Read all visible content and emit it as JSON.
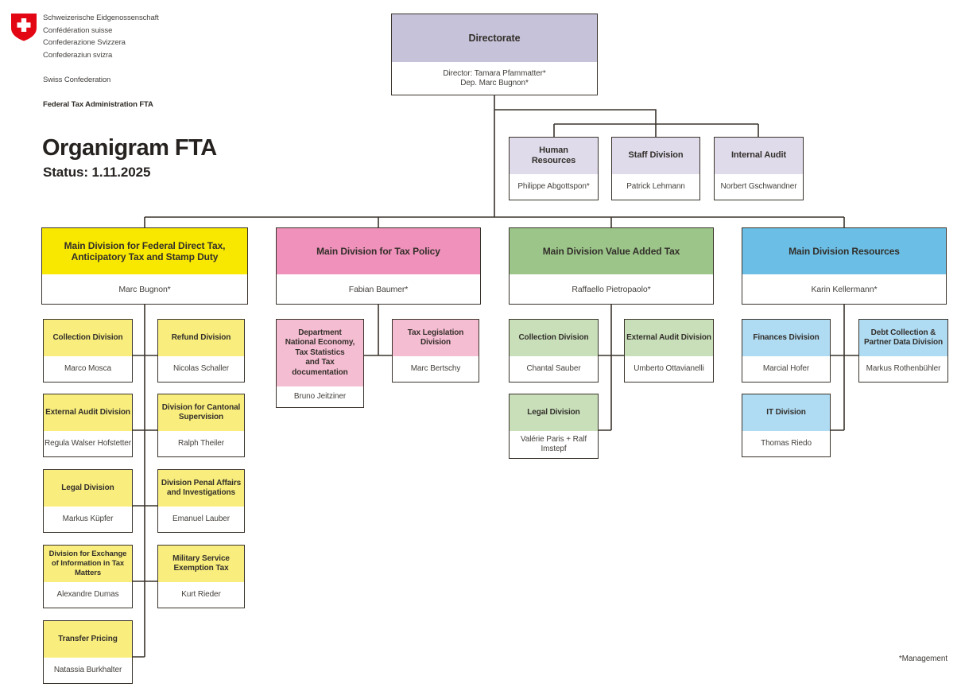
{
  "header": {
    "coat_of_arms_lines": [
      "Schweizerische Eidgenossenschaft",
      "Confédération suisse",
      "Confederazione Svizzera",
      "Confederaziun svizra"
    ],
    "english_name": "Swiss Confederation",
    "office_name": "Federal Tax Administration FTA",
    "title": "Organigram FTA",
    "status": "Status: 1.11.2025"
  },
  "footnote": "*Management",
  "colors": {
    "swiss_red": "#e30613",
    "directorate_header": "#c6c2d9",
    "staff_unit_header": "#dfdbeb",
    "main_yellow": "#f8e800",
    "sub_yellow": "#f9ee7d",
    "main_pink": "#ef91ba",
    "sub_pink": "#f5bdd2",
    "main_green": "#9cc58a",
    "sub_green": "#c8dfba",
    "main_blue": "#6bbfe7",
    "sub_blue": "#afdbf3",
    "line_border": "#3a332b"
  },
  "directorate": {
    "title": "Directorate",
    "director": "Director: Tamara Pfammatter*",
    "deputy": "Dep. Marc Bugnon*"
  },
  "staff_units": [
    {
      "title": "Human Resources",
      "name": "Philippe Abgottspon*"
    },
    {
      "title": "Staff Division",
      "name": "Patrick Lehmann"
    },
    {
      "title": "Internal Audit",
      "name": "Norbert Gschwandner"
    }
  ],
  "main_divisions": [
    {
      "title": "Main Division for Federal Direct Tax, Anticipatory Tax and Stamp Duty",
      "name": "Marc Bugnon*"
    },
    {
      "title": "Main Division for Tax Policy",
      "name": "Fabian Baumer*"
    },
    {
      "title": "Main Division Value Added Tax",
      "name": "Raffaello Pietropaolo*"
    },
    {
      "title": "Main Division Resources",
      "name": "Karin Kellermann*"
    }
  ],
  "fdt_divisions": [
    {
      "title": "Collection Division",
      "name": "Marco Mosca"
    },
    {
      "title": "Refund Division",
      "name": "Nicolas Schaller"
    },
    {
      "title": "External Audit Division",
      "name": "Regula Walser Hofstetter"
    },
    {
      "title": "Division for Cantonal Supervision",
      "name": "Ralph Theiler"
    },
    {
      "title": "Legal Division",
      "name": "Markus Küpfer"
    },
    {
      "title": "Division Penal Affairs and Investigations",
      "name": "Emanuel Lauber"
    },
    {
      "title": "Division for Exchange of Information in Tax Matters",
      "name": "Alexandre Dumas"
    },
    {
      "title": "Military Service Exemption Tax",
      "name": "Kurt Rieder"
    },
    {
      "title": "Transfer Pricing",
      "name": "Natassia Burkhalter"
    }
  ],
  "tax_policy_divisions": [
    {
      "title": "Department\nNational Economy,\nTax Statistics\nand Tax\ndocumentation",
      "name": "Bruno Jeitziner"
    },
    {
      "title": "Tax Legislation Division",
      "name": "Marc Bertschy"
    }
  ],
  "vat_divisions": [
    {
      "title": "Collection Division",
      "name": "Chantal Sauber"
    },
    {
      "title": "External Audit Division",
      "name": "Umberto Ottavianelli"
    },
    {
      "title": "Legal Division",
      "name": "Valérie Paris + Ralf Imstepf"
    }
  ],
  "resources_divisions": [
    {
      "title": "Finances Division",
      "name": "Marcial Hofer"
    },
    {
      "title": "Debt Collection & Partner Data Division",
      "name": "Markus Rothenbühler"
    },
    {
      "title": "IT Division",
      "name": "Thomas Riedo"
    }
  ]
}
